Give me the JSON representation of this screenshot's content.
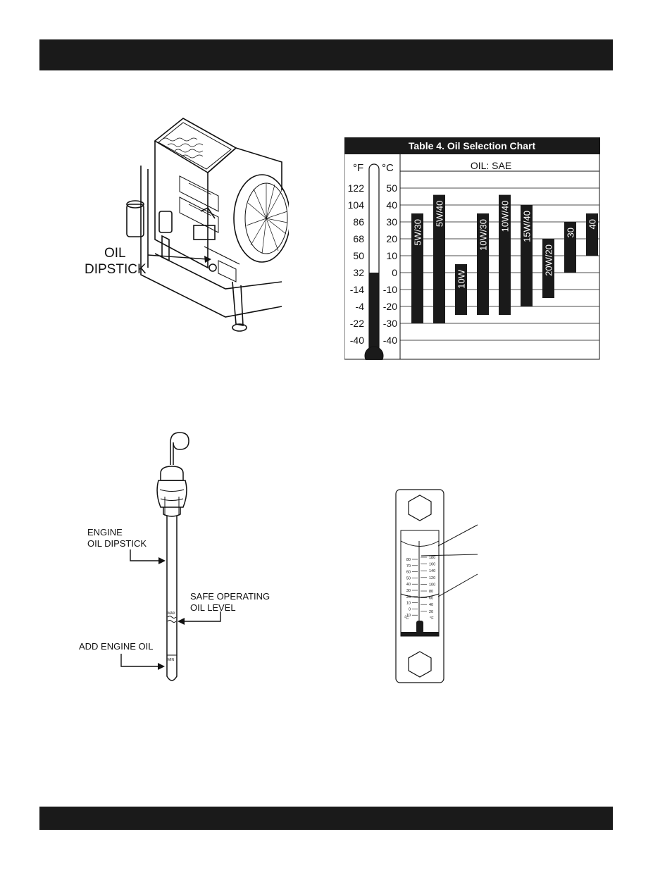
{
  "figures": {
    "engine_callout": "OIL\nDIPSTICK",
    "dipstick": {
      "label_dipstick": "ENGINE\nOIL DIPSTICK",
      "label_safe": "SAFE OPERATING\nOIL LEVEL",
      "label_add": "ADD ENGINE OIL",
      "mark_max": "MAX",
      "mark_min": "MIN"
    },
    "sight_gauge": {
      "c_ticks": [
        "80",
        "70",
        "60",
        "50",
        "40",
        "30",
        "20",
        "10",
        "0",
        "-10"
      ],
      "f_ticks": [
        "180",
        "160",
        "140",
        "120",
        "100",
        "80",
        "60",
        "40",
        "20"
      ],
      "c_unit": "°C",
      "f_unit": "°F"
    }
  },
  "chart_data": {
    "type": "bar",
    "title": "Table 4. Oil Selection Chart",
    "header_f": "°F",
    "header_c": "°C",
    "header_oil": "OIL: SAE",
    "f_ticks": [
      "122",
      "104",
      "86",
      "68",
      "50",
      "32",
      "-14",
      "-4",
      "-22",
      "-40"
    ],
    "c_ticks": [
      "50",
      "40",
      "30",
      "20",
      "10",
      "0",
      "-10",
      "-20",
      "-30",
      "-40"
    ],
    "ylim": [
      -40,
      50
    ],
    "unit": "°C",
    "ranges": [
      {
        "name": "5W/30",
        "min": -30,
        "max": 35
      },
      {
        "name": "5W/40",
        "min": -30,
        "max": 46
      },
      {
        "name": "10W",
        "min": -25,
        "max": 5
      },
      {
        "name": "10W/30",
        "min": -25,
        "max": 35
      },
      {
        "name": "10W/40",
        "min": -25,
        "max": 46
      },
      {
        "name": "15W/40",
        "min": -20,
        "max": 40
      },
      {
        "name": "20W/20",
        "min": -15,
        "max": 20
      },
      {
        "name": "30",
        "min": 0,
        "max": 30
      },
      {
        "name": "40",
        "min": 10,
        "max": 35
      }
    ]
  }
}
